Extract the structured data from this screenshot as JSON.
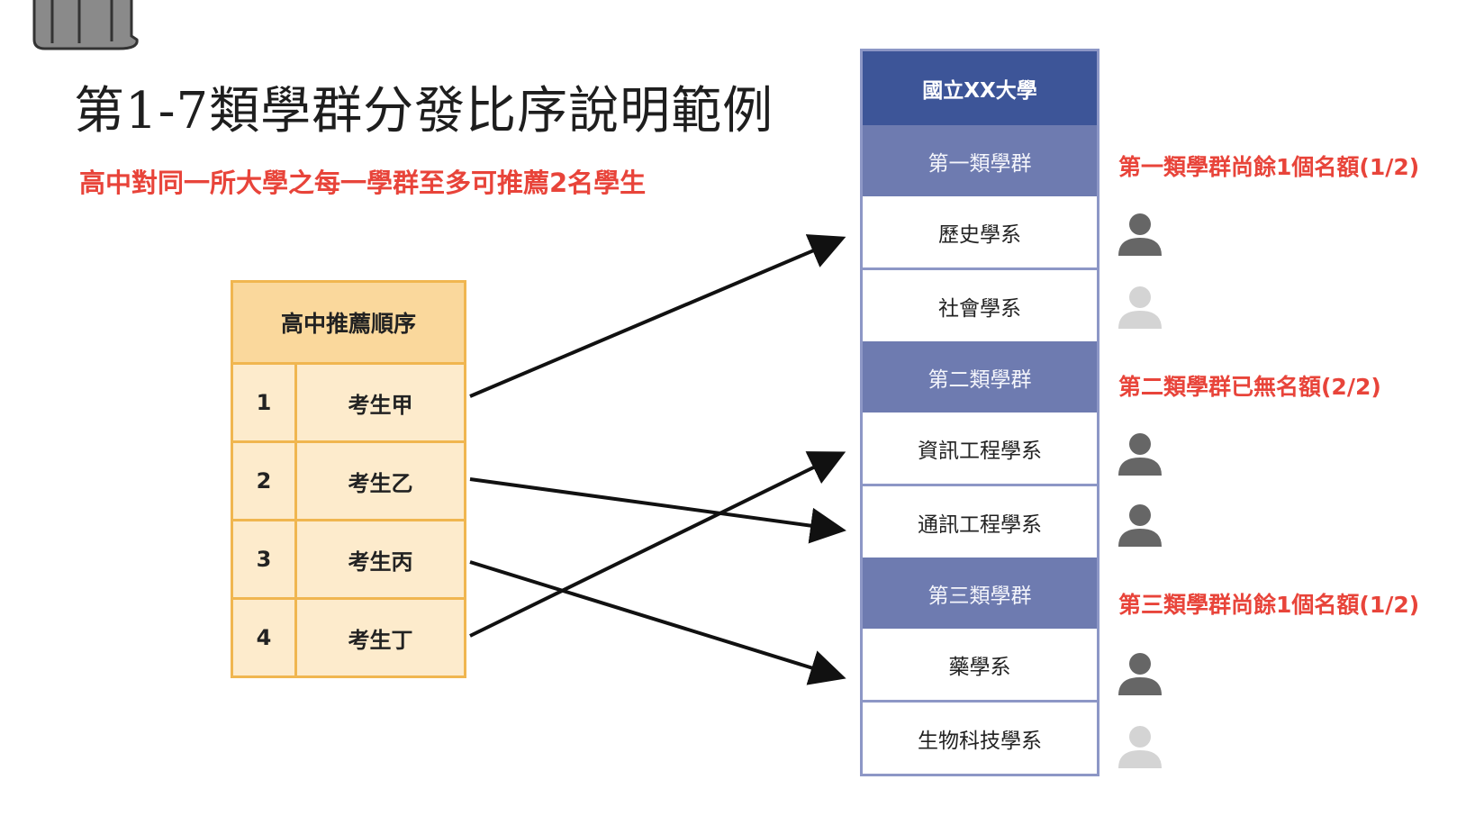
{
  "title": "第1-7類學群分發比序說明範例",
  "subtitle": "高中對同一所大學之每一學群至多可推薦2名學生",
  "ranking_table": {
    "header": "高中推薦順序",
    "rows": [
      {
        "rank": "1",
        "name": "考生甲"
      },
      {
        "rank": "2",
        "name": "考生乙"
      },
      {
        "rank": "3",
        "name": "考生丙"
      },
      {
        "rank": "4",
        "name": "考生丁"
      }
    ]
  },
  "university": {
    "name": "國立XX大學",
    "groups": [
      {
        "label": "第一類學群",
        "departments": [
          "歷史學系",
          "社會學系"
        ]
      },
      {
        "label": "第二類學群",
        "departments": [
          "資訊工程學系",
          "通訊工程學系"
        ]
      },
      {
        "label": "第三類學群",
        "departments": [
          "藥學系",
          "生物科技學系"
        ]
      }
    ]
  },
  "quota_notes": [
    "第一類學群尚餘1個名額(1/2)",
    "第二類學群已無名額(2/2)",
    "第三類學群尚餘1個名額(1/2)"
  ],
  "department_status": [
    {
      "department": "歷史學系",
      "filled": true
    },
    {
      "department": "社會學系",
      "filled": false
    },
    {
      "department": "資訊工程學系",
      "filled": true
    },
    {
      "department": "通訊工程學系",
      "filled": true
    },
    {
      "department": "藥學系",
      "filled": true
    },
    {
      "department": "生物科技學系",
      "filled": false
    }
  ],
  "assignments": [
    {
      "student": "考生甲",
      "department": "歷史學系"
    },
    {
      "student": "考生乙",
      "department": "通訊工程學系"
    },
    {
      "student": "考生丙",
      "department": "藥學系"
    },
    {
      "student": "考生丁",
      "department": "資訊工程學系"
    }
  ],
  "colors": {
    "accent_red": "#e8443a",
    "university_header": "#3d5598",
    "group_header": "#6e7bb0",
    "table_header": "#fad89c",
    "table_border": "#f0b650",
    "person_filled": "#666666",
    "person_empty": "#d4d4d4"
  }
}
